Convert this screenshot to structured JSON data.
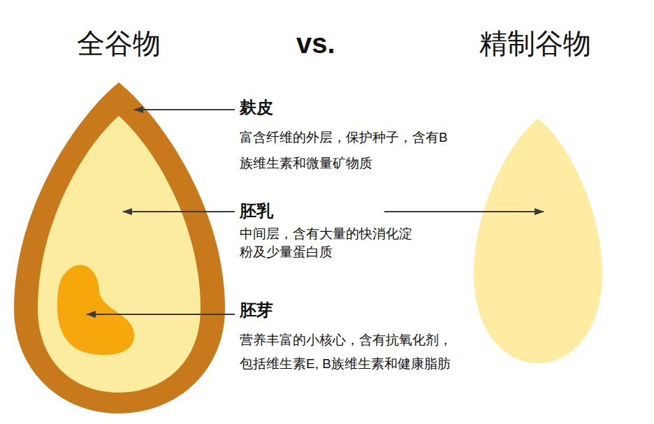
{
  "diagram": {
    "labels": [
      "全谷物",
      "vs.",
      "精制谷物",
      "麸皮",
      "富含纤维的外层，保护种子，含有B族维生素和微量矿物质",
      "胚乳",
      "中间层，含有大量的快消化淀粉及少量蛋白质",
      "胚芽",
      "营养丰富的小核心，含有抗氧化剂，包括维生素E, B族维生素和健康脂肪"
    ]
  }
}
